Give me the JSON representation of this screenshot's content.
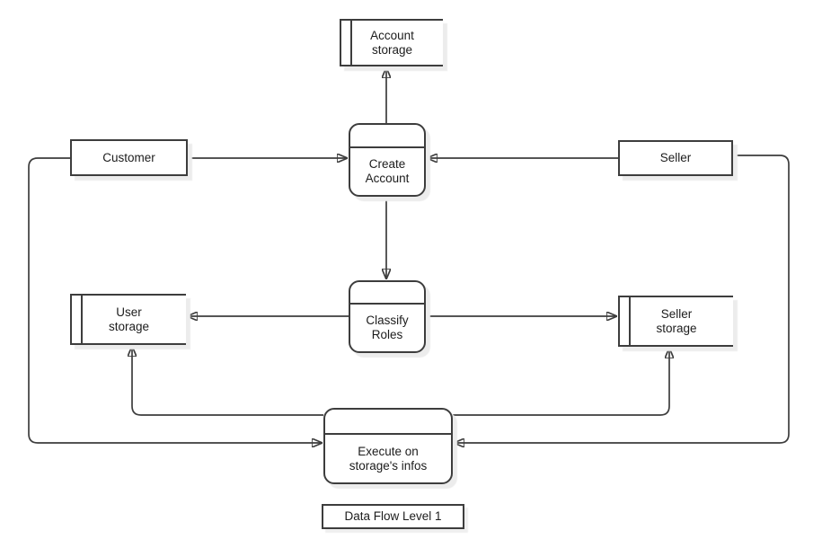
{
  "diagram_title": "Data Flow Level 1",
  "nodes": {
    "account_storage": {
      "type": "data-store",
      "label": "Account storage"
    },
    "customer": {
      "type": "external-entity",
      "label": "Customer"
    },
    "seller": {
      "type": "external-entity",
      "label": "Seller"
    },
    "create_account": {
      "type": "process",
      "label": "Create Account"
    },
    "classify_roles": {
      "type": "process",
      "label": "Classify Roles"
    },
    "user_storage": {
      "type": "data-store",
      "label": "User storage"
    },
    "seller_storage": {
      "type": "data-store",
      "label": "Seller storage"
    },
    "execute": {
      "type": "process",
      "label": "Execute on storage's infos"
    }
  },
  "flows": [
    {
      "from": "Create Account",
      "to": "Account storage"
    },
    {
      "from": "Customer",
      "to": "Create Account"
    },
    {
      "from": "Seller",
      "to": "Create Account"
    },
    {
      "from": "Create Account",
      "to": "Classify Roles"
    },
    {
      "from": "Classify Roles",
      "to": "User storage"
    },
    {
      "from": "Classify Roles",
      "to": "Seller storage"
    },
    {
      "from": "Execute on storage's infos",
      "to": "User storage"
    },
    {
      "from": "Execute on storage's infos",
      "to": "Seller storage"
    },
    {
      "from": "Customer",
      "to": "Execute on storage's infos"
    },
    {
      "from": "Seller",
      "to": "Execute on storage's infos"
    }
  ],
  "colors": {
    "stroke": "#3d3d3d",
    "arrowhead": "#111111",
    "shadow": "#ececec",
    "background": "#ffffff",
    "text": "#1c1c1c"
  }
}
